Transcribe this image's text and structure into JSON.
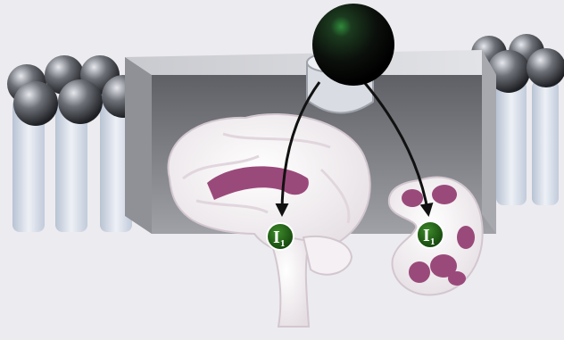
{
  "receptor_labels": {
    "brain": {
      "main": "I",
      "sub": "1"
    },
    "kidney": {
      "main": "I",
      "sub": "1"
    }
  },
  "colors": {
    "background": "#ecebef",
    "membrane_block": "#7f8186",
    "phospholipid_head": "#3d3f44",
    "phospholipid_tail": "#c6d2e2",
    "organ_tissue": "#f2edf0",
    "organ_cavity": "#9a4a7a",
    "ligand": "#0c100c",
    "arrow": "#111111",
    "receptor_badge": "#1d5a12"
  },
  "icons": [
    "ligand-sphere",
    "brain-sagittal",
    "kidney-cross-section",
    "phospholipid-bilayer",
    "receptor-channel"
  ]
}
